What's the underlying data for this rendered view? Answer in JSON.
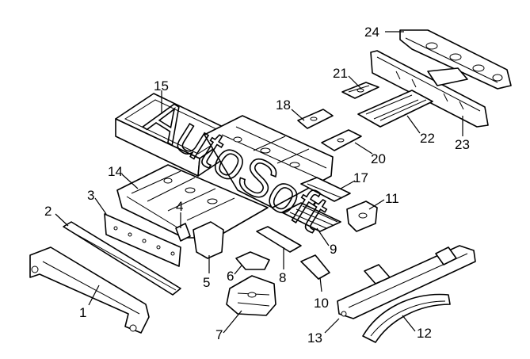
{
  "watermark": "AutoSoft",
  "callouts": [
    {
      "id": "p1",
      "label": "1"
    },
    {
      "id": "p2",
      "label": "2"
    },
    {
      "id": "p3",
      "label": "3"
    },
    {
      "id": "p4",
      "label": "4"
    },
    {
      "id": "p5",
      "label": "5"
    },
    {
      "id": "p6",
      "label": "6"
    },
    {
      "id": "p7",
      "label": "7"
    },
    {
      "id": "p8",
      "label": "8"
    },
    {
      "id": "p9",
      "label": "9"
    },
    {
      "id": "p10",
      "label": "10"
    },
    {
      "id": "p11",
      "label": "11"
    },
    {
      "id": "p12",
      "label": "12"
    },
    {
      "id": "p13",
      "label": "13"
    },
    {
      "id": "p14",
      "label": "14"
    },
    {
      "id": "p15",
      "label": "15"
    },
    {
      "id": "p17",
      "label": "17"
    },
    {
      "id": "p18",
      "label": "18"
    },
    {
      "id": "p20",
      "label": "20"
    },
    {
      "id": "p21",
      "label": "21"
    },
    {
      "id": "p22",
      "label": "22"
    },
    {
      "id": "p23",
      "label": "23"
    },
    {
      "id": "p24",
      "label": "24"
    }
  ]
}
